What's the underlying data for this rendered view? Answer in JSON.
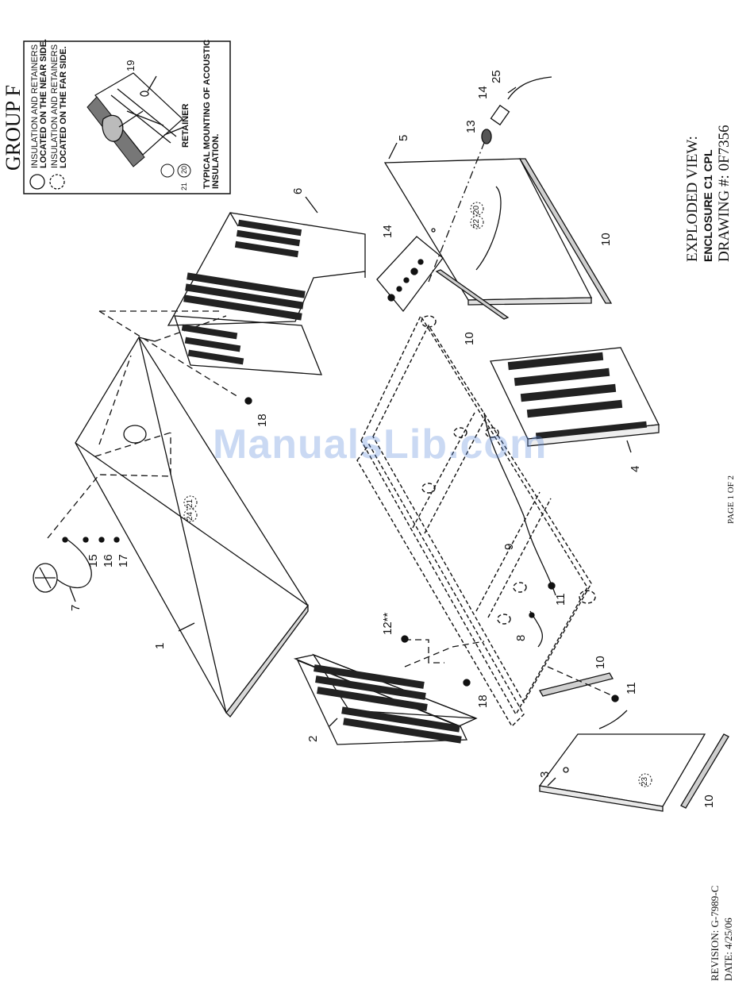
{
  "group_title": "GROUP F",
  "legend": {
    "near_side_1": "INSULATION AND RETAINERS",
    "near_side_2": "LOCATED ON THE NEAR SIDE.",
    "far_side_1": "INSULATION AND RETAINERS",
    "far_side_2": "LOCATED ON THE FAR SIDE.",
    "retainer_label": "RETAINER",
    "retainer_ref_a": "20",
    "retainer_ref_b": "21",
    "inset_part": "19",
    "caption_1": "TYPICAL MOUNTING OF ACOUSTIC",
    "caption_2": "INSULATION."
  },
  "title_block": {
    "line1": "EXPLODED VIEW:",
    "line2": "ENCLOSURE C1 CPL",
    "line3": "DRAWING #: 0F7356"
  },
  "page_label": "PAGE 1 OF 2",
  "revision": "REVISION: G-7989-C",
  "date": "DATE: 4/25/06",
  "watermark": "ManualsLib.com",
  "callouts": {
    "c1": "1",
    "c2": "2",
    "c3": "3",
    "c4": "4",
    "c5": "5",
    "c6": "6",
    "c7": "7",
    "c8": "8",
    "c9": "9",
    "c10a": "10",
    "c10b": "10",
    "c10c": "10",
    "c10d": "10",
    "c11a": "11",
    "c11b": "11",
    "c12": "12**",
    "c13": "13",
    "c14a": "14",
    "c14b": "14",
    "c15": "15",
    "c16": "16",
    "c17": "17",
    "c18a": "18",
    "c18b": "18",
    "c25": "25"
  },
  "insulation_refs": {
    "r24": "24",
    "r21": "21",
    "r22": "22",
    "r20": "20",
    "r23": "23"
  }
}
